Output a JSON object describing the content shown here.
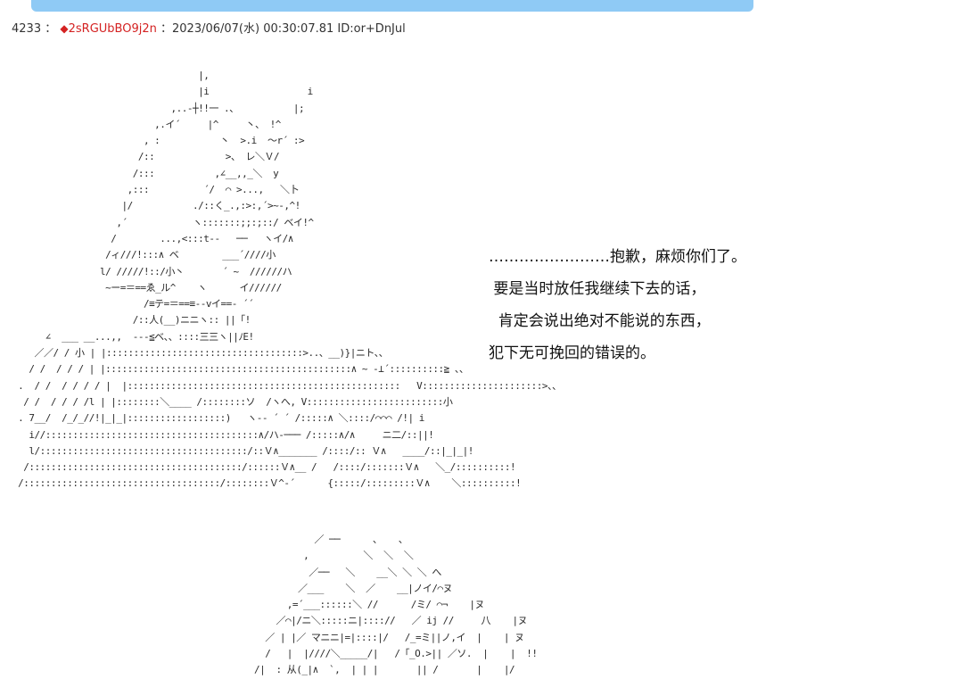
{
  "post": {
    "number": "4233",
    "separator": "：",
    "diamond": "◆",
    "trip": "2sRGUbBO9j2n",
    "meta": "：2023/06/07(水) 00:30:07.81 ID:or+DnJul"
  },
  "dialogue": [
    "……………………抱歉，麻烦你们了。",
    " 要是当时放任我继续下去的话，",
    "  肯定会说出绝对不能说的东西，",
    "犯下无可挽回的错误的。"
  ],
  "aa_top": "                                  |,\n                                  |i                  i\n                             ,..-┼!!一 .、          |;\n                          ,.イ´     |^     丶、 !^\n                        , :           丶  >.i  〜r´ :>\n                       /::             >、 レ＼Ｖ/\n                      /:::           ,∠__,,_＼  y\n                     ,:::          ´/  ⌒ >...,   ＼卜\n                    |/           ./::く_.,:>:,´>~-,^!\n                   ,´            ヽ:::::::;;:;::/ ベイ!^\n                  /        ...,<:::t--   ──   ヽイ/∧\n                 /ィ///!:::∧ ベ        ___´////小\n                l/ /////!::/小丶       ´ ~  //////ハ\n                 ~ー=＝==ゑ_ル^    ヽ      イ//////\n                        /≡テ=＝==≡--vイ==- ´´\n                      /::人(__)ニニヽ:: ||「!\n      ∠  ___ __...,,  ---≦ベ、、::::三三ヽ||ﾉE!\n    ／／/ / 小 | |::::::::::::::::::::::::::::::::::::>..、__)}|ニト、、\n   / /  / / / | |:::::::::::::::::::::::::::::::::::::::::::::∧ ~ ‐⊥´::::::::::≧ 、、\n .  / /  / / / / |  |::::::::::::::::::::::::::::::::::::::::::::::::::   V::::::::::::::::::::::>、、\n  / /  / / / /l | |::::::::＼____ /::::::::ソ  /ヽへ, V:::::::::::::::::::::::::小\n . 7__/  /_/_//!|_|_|::::::::::::::::::)   ヽ-- ´ ´ /:::::∧ ＼::::/⌒⌒⌒ /!| i\n   i//:::::::::::::::::::::::::::::::::::::::∧/ハ-─── /:::::∧/∧     ニ二/::||!\n   l/::::::::::::::::::::::::::::::::::::::/::Ｖ∧_______ /::::/:: Ｖ∧   ____/::|_|_|!\n  /:::::::::::::::::::::::::::::::::::::::/::::::Ｖ∧__ /   /::::/:::::::Ｖ∧   ＼_/::::::::::!\n /::::::::::::::::::::::::::::::::::::/::::::::Ｖ^-´      {:::::/:::::::::Ｖ∧    ＼::::::::::!",
  "aa_bottom": "                   ／ ──      、   、\n                 ,          ＼  ＼  ＼\n                  ／──   ＼    __＼ ＼ ＼ へ\n                ／___    ＼  ／    __|ノイ/⌒ヌ\n              ,=´___::::::＼ //      /ミ/ ⌒¬    |ヌ\n            ／⌒|/ニ＼:::::ニ|:::://   ／ ij //     八    |ヌ\n          ／ | |／ マニニ|=|::::|/   /_=ミ||ノ,イ  |    | ヌ\n          /   |  |////＼_____/|   /「_O.>|| ／ソ.  |    |  !!\n        /|  : 从(_|∧  `,  | | |       || /       |    |/"
}
